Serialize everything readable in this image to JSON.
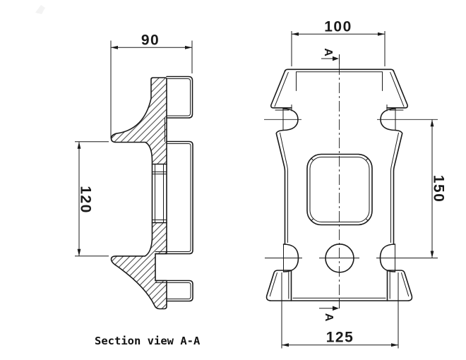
{
  "section_view": {
    "caption": "Section view A-A",
    "dim_width": "90",
    "dim_height": "120"
  },
  "front_view": {
    "dim_width_top": "100",
    "dim_height_right": "150",
    "dim_width_bottom": "125",
    "cut_label_top": "A",
    "cut_label_bottom": "A"
  },
  "colors": {
    "line": "#1a1a1a",
    "background": "#ffffff",
    "hatch": "#1a1a1a"
  }
}
